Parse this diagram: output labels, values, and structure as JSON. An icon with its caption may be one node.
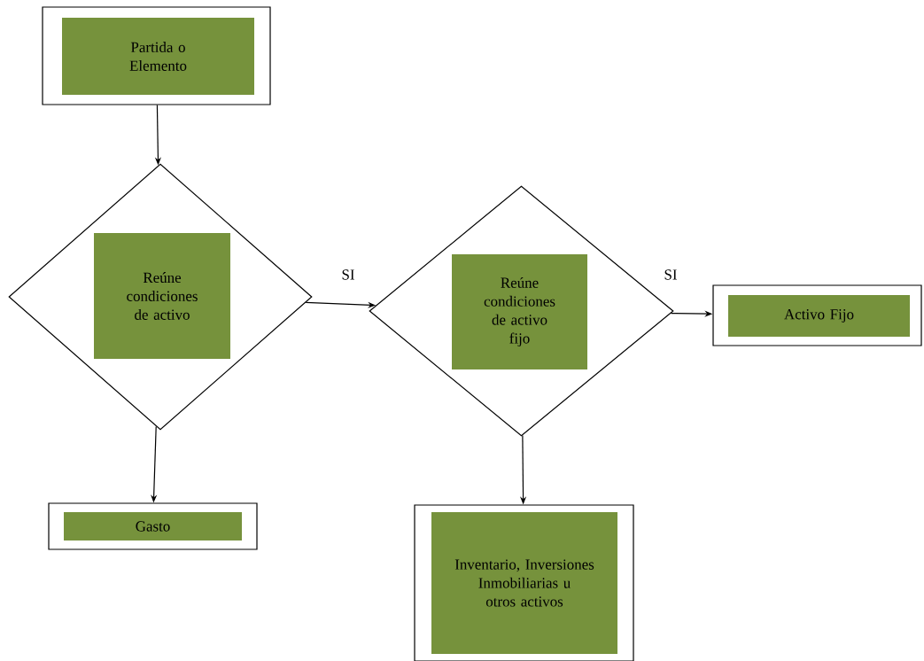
{
  "diagram": {
    "nodes": [
      {
        "text": [
          "Partida o Elemento"
        ]
      },
      {
        "text": [
          "Reúne condiciones de activo"
        ]
      },
      {
        "text": [
          "Reúne condiciones de activo fijo"
        ]
      },
      {
        "text": [
          "Activo Fijo"
        ]
      },
      {
        "text": [
          "Gasto"
        ]
      },
      {
        "text": [
          "Inventario, Inversiones Inmobiliarias u otros activos"
        ]
      }
    ],
    "edges": [
      {
        "from": 0,
        "to": 1,
        "arrow": "to"
      },
      {
        "from": 1,
        "to": 2,
        "arrow": "to",
        "label": "SI"
      },
      {
        "from": 2,
        "to": 3,
        "arrow": "to",
        "label": "SI"
      },
      {
        "from": 1,
        "to": 4,
        "arrow": "to"
      },
      {
        "from": 2,
        "to": 5,
        "arrow": "to"
      }
    ]
  }
}
